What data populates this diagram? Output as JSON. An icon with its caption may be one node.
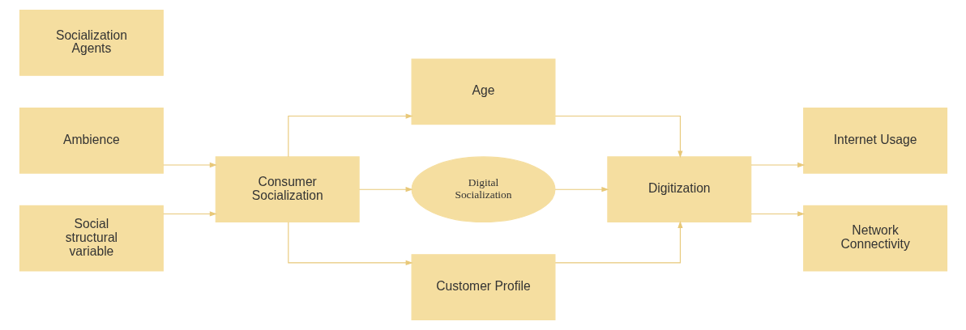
{
  "diagram": {
    "nodes": [
      {
        "text": [
          "Ambience"
        ]
      },
      {
        "text": [
          "Socialization Agents"
        ]
      },
      {
        "text": [
          "Social structural variable"
        ]
      },
      {
        "text": [
          "Consumer Socialization"
        ]
      },
      {
        "text": [
          "Age"
        ]
      },
      {
        "text": [
          "Digital Socialization"
        ]
      },
      {
        "text": [
          "Customer Profile"
        ]
      },
      {
        "text": [
          "Digitization"
        ]
      },
      {
        "text": [
          "Internet Usage"
        ]
      },
      {
        "text": [
          "Network Connectivity"
        ]
      }
    ],
    "edges": [
      {
        "from": 0,
        "to": 3,
        "arrow": "to"
      },
      {
        "from": 2,
        "to": 3,
        "arrow": "to"
      },
      {
        "from": 3,
        "to": 4,
        "arrow": "to"
      },
      {
        "from": 3,
        "to": 5,
        "arrow": "to"
      },
      {
        "from": 3,
        "to": 6,
        "arrow": "to"
      },
      {
        "from": 4,
        "to": 7,
        "arrow": "to"
      },
      {
        "from": 5,
        "to": 7,
        "arrow": "to"
      },
      {
        "from": 6,
        "to": 7,
        "arrow": "to"
      },
      {
        "from": 7,
        "to": 8,
        "arrow": "to"
      },
      {
        "from": 7,
        "to": 9,
        "arrow": "to"
      }
    ]
  }
}
